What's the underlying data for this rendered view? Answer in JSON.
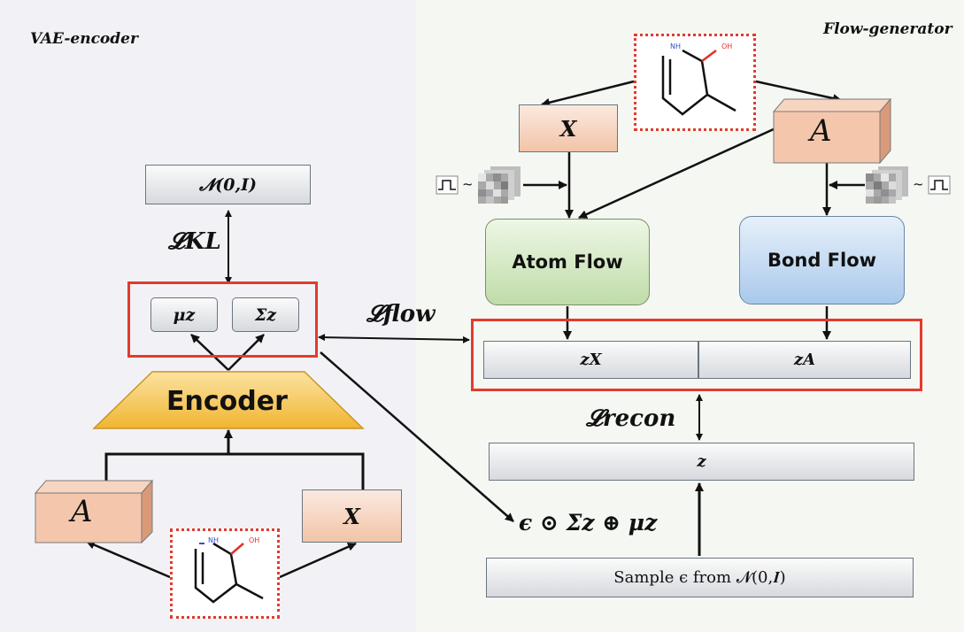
{
  "panels": {
    "left_title": "VAE-encoder",
    "right_title": "Flow-generator"
  },
  "vae": {
    "prior": "𝓝(0,𝑰)",
    "loss_kl": "𝓛KL",
    "mu": "μz",
    "sigma": "Σz",
    "encoder": "Encoder",
    "adj_label": "A",
    "feat_label": "X"
  },
  "flow": {
    "feat_label": "X",
    "adj_label": "A",
    "atom_flow": "Atom Flow",
    "bond_flow": "Bond Flow",
    "zx": "zX",
    "za": "zA",
    "z": "z",
    "loss_flow": "𝓛flow",
    "loss_recon": "𝓛recon",
    "reparam": "ϵ ⊙ Σz ⊕ μz",
    "sample": "Sample ϵ from 𝓝(0,𝑰)",
    "noise_left": "~",
    "noise_right": "~"
  },
  "molecule": {
    "nh_label": "NH",
    "oh_label": "OH"
  },
  "colors": {
    "red_frame": "#e23b2e",
    "atom_flow_fill": "#d3e8c4",
    "bond_flow_fill": "#bcd5ee",
    "encoder_fill": "#f4c64f",
    "feature_fill": "#f2c4a8",
    "nh_color": "#2b4fd6",
    "oh_color": "#e0302a"
  }
}
